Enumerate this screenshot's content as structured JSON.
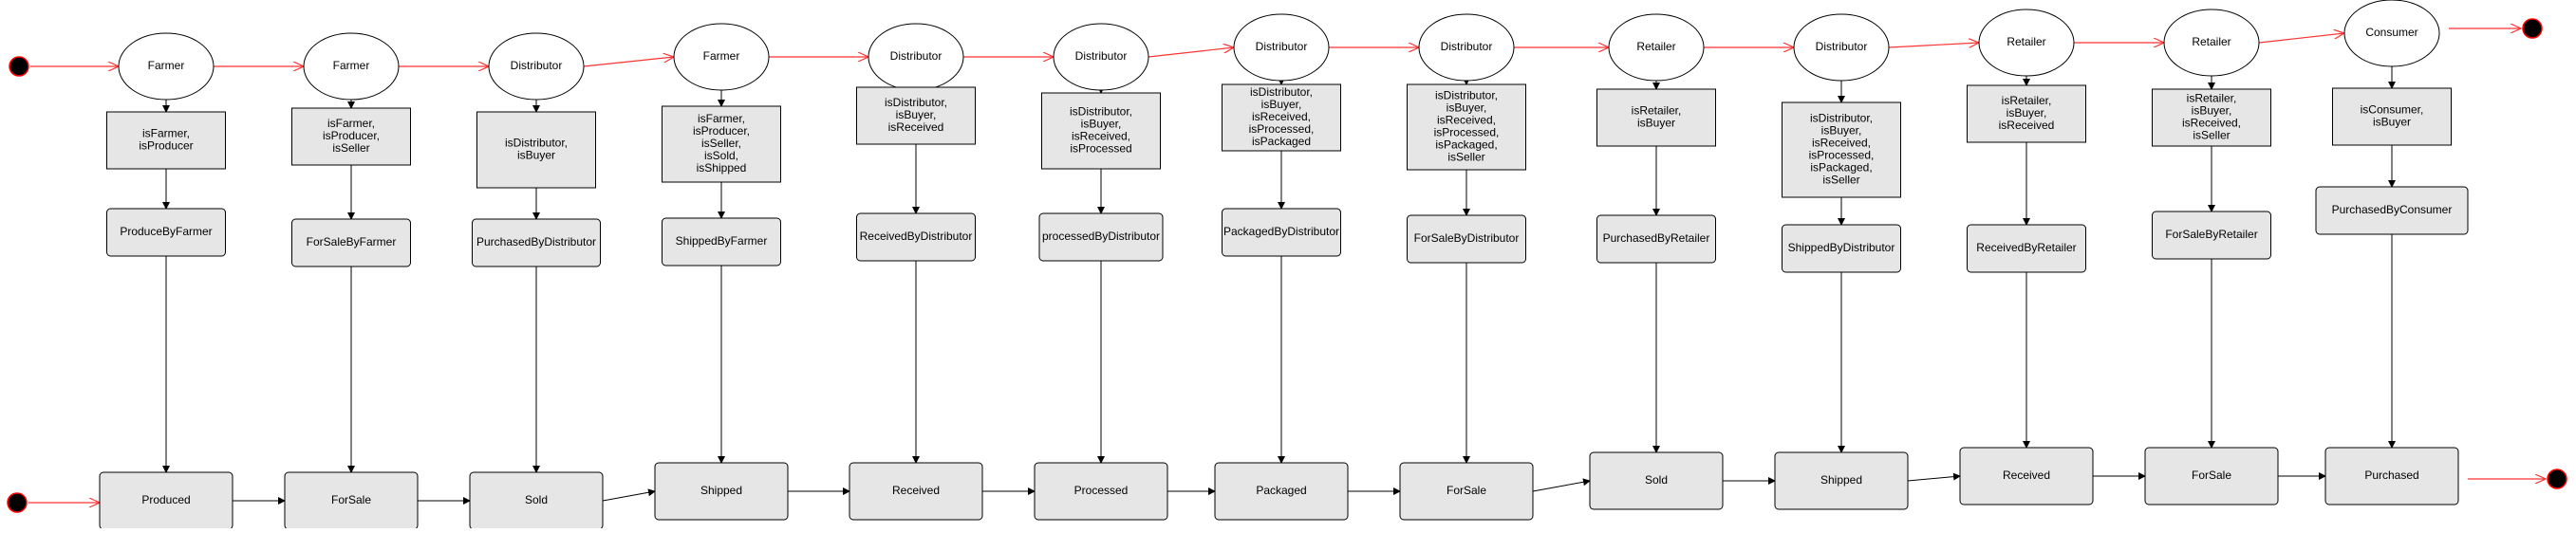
{
  "columns": [
    {
      "actor": "Farmer",
      "condition": [
        "isFarmer,",
        "isProducer"
      ],
      "action": "ProduceByFarmer",
      "state": "Produced"
    },
    {
      "actor": "Farmer",
      "condition": [
        "isFarmer,",
        "isProducer,",
        "isSeller"
      ],
      "action": "ForSaleByFarmer",
      "state": "ForSale"
    },
    {
      "actor": "Distributor",
      "condition": [
        "isDistributor,",
        "isBuyer"
      ],
      "action": "PurchasedByDistributor",
      "state": "Sold"
    },
    {
      "actor": "Farmer",
      "condition": [
        "isFarmer,",
        "isProducer,",
        "isSeller,",
        "isSold,",
        "isShipped"
      ],
      "action": "ShippedByFarmer",
      "state": "Shipped"
    },
    {
      "actor": "Distributor",
      "condition": [
        "isDistributor,",
        "isBuyer,",
        "isReceived"
      ],
      "action": "ReceivedByDistributor",
      "state": "Received"
    },
    {
      "actor": "Distributor",
      "condition": [
        "isDistributor,",
        "isBuyer,",
        "isReceived,",
        "isProcessed"
      ],
      "action": "processedByDistributor",
      "state": "Processed"
    },
    {
      "actor": "Distributor",
      "condition": [
        "isDistributor,",
        "isBuyer,",
        "isReceived,",
        "isProcessed,",
        "isPackaged"
      ],
      "action": "PackagedByDistributor",
      "state": "Packaged"
    },
    {
      "actor": "Distributor",
      "condition": [
        "isDistributor,",
        "isBuyer,",
        "isReceived,",
        "isProcessed,",
        "isPackaged,",
        "isSeller"
      ],
      "action": "ForSaleByDistributor",
      "state": "ForSale"
    },
    {
      "actor": "Retailer",
      "condition": [
        "isRetailer,",
        "isBuyer"
      ],
      "action": "PurchasedByRetailer",
      "state": "Sold"
    },
    {
      "actor": "Distributor",
      "condition": [
        "isDistributor,",
        "isBuyer,",
        "isReceived,",
        "isProcessed,",
        "isPackaged,",
        "isSeller"
      ],
      "action": "ShippedByDistributor",
      "state": "Shipped"
    },
    {
      "actor": "Retailer",
      "condition": [
        "isRetailer,",
        "isBuyer,",
        "isReceived"
      ],
      "action": "ReceivedByRetailer",
      "state": "Received"
    },
    {
      "actor": "Retailer",
      "condition": [
        "isRetailer,",
        "isBuyer,",
        "isReceived,",
        "isSeller"
      ],
      "action": "ForSaleByRetailer",
      "state": "ForSale"
    },
    {
      "actor": "Consumer",
      "condition": [
        "isConsumer,",
        "isBuyer"
      ],
      "action": "PurchasedByConsumer",
      "state": "Purchased"
    }
  ],
  "colors": {
    "flow_arrow": "#ff3333",
    "box_fill": "#e6e6e6",
    "stroke": "#000000",
    "terminal_ring": "#ff0000",
    "terminal_fill": "#000000"
  }
}
